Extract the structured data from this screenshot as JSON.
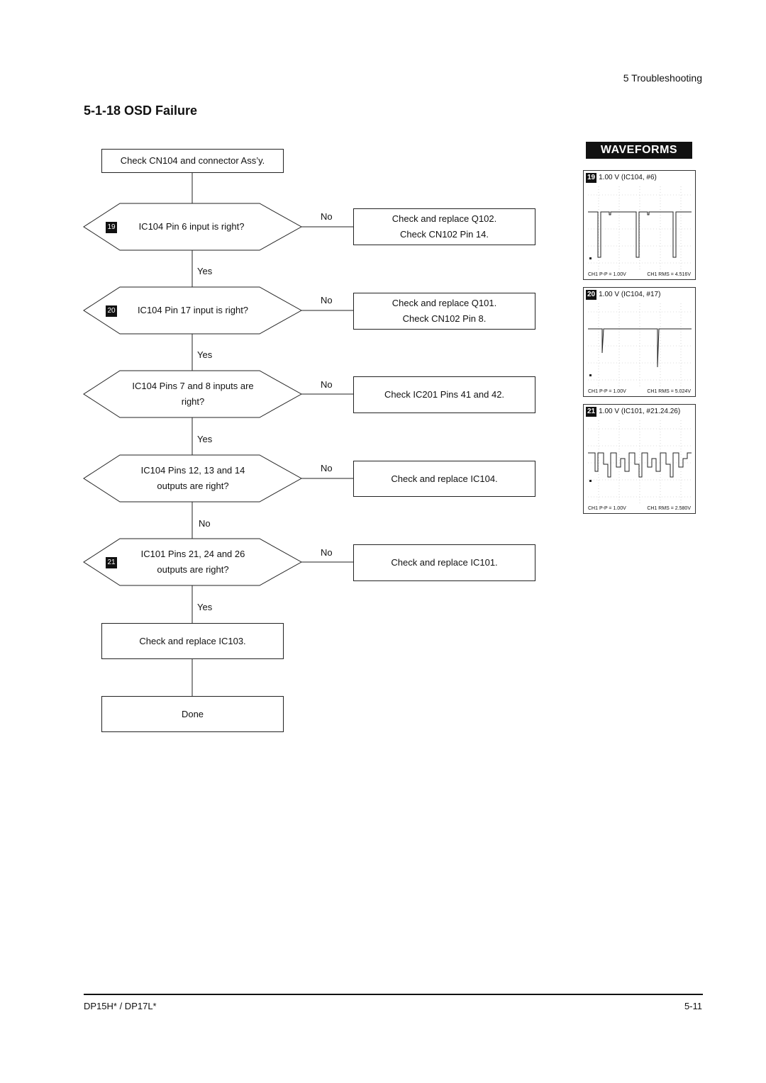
{
  "header": {
    "chapter": "5 Troubleshooting"
  },
  "section": {
    "title": "5-1-18 OSD Failure"
  },
  "flow": {
    "start": "Check CN104 and connector Ass’y.",
    "decisions": [
      {
        "badge": "19",
        "lines": [
          "IC104 Pin 6 input is right?"
        ],
        "no_label": "No",
        "down_label": "Yes",
        "action": [
          "Check and replace Q102.",
          "Check CN102 Pin 14."
        ]
      },
      {
        "badge": "20",
        "lines": [
          "IC104 Pin 17 input is right?"
        ],
        "no_label": "No",
        "down_label": "Yes",
        "action": [
          "Check and replace Q101.",
          "Check CN102 Pin 8."
        ]
      },
      {
        "badge": "",
        "lines": [
          "IC104 Pins 7 and 8 inputs are",
          "right?"
        ],
        "no_label": "No",
        "down_label": "Yes",
        "action": [
          "Check IC201 Pins 41 and 42."
        ]
      },
      {
        "badge": "",
        "lines": [
          "IC104 Pins 12, 13 and 14",
          "outputs are right?"
        ],
        "no_label": "No",
        "down_label": "No",
        "action": [
          "Check and replace IC104."
        ]
      },
      {
        "badge": "21",
        "lines": [
          "IC101 Pins 21, 24 and 26",
          "outputs are right?"
        ],
        "no_label": "No",
        "down_label": "Yes",
        "action": [
          "Check and replace IC101."
        ]
      }
    ],
    "replace_ic103": "Check and replace IC103.",
    "done": "Done"
  },
  "waveforms": {
    "title": "WAVEFORMS",
    "scopes": [
      {
        "badge": "19",
        "label": "1.00 V (IC104, #6)",
        "pp": "CH1 P-P = 1.00V",
        "rms": "CH1 RMS = 4.516V"
      },
      {
        "badge": "20",
        "label": "1.00 V (IC104, #17)",
        "pp": "CH1 P-P = 1.00V",
        "rms": "CH1 RMS = 5.024V"
      },
      {
        "badge": "21",
        "label": "1.00 V (IC101, #21.24.26)",
        "pp": "CH1 P-P = 1.00V",
        "rms": "CH1 RMS = 2.580V"
      }
    ]
  },
  "footer": {
    "model": "DP15H* / DP17L*",
    "page": "5-11"
  }
}
